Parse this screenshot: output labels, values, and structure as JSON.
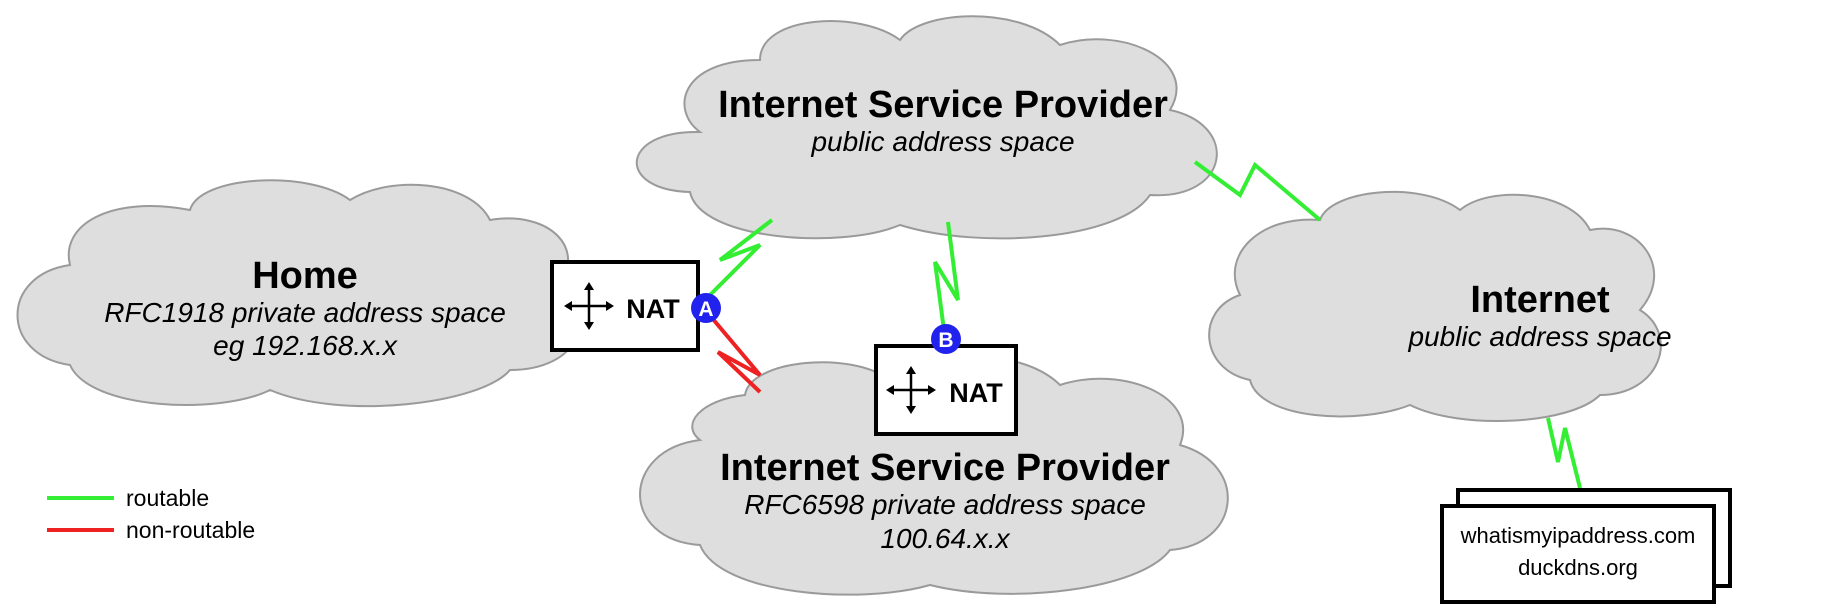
{
  "clouds": {
    "isp_public": {
      "title": "Internet Service Provider",
      "subtitle": "public address space"
    },
    "home": {
      "title": "Home",
      "subtitle": "RFC1918 private address space",
      "subtitle2": "eg 192.168.x.x"
    },
    "isp_cgnat": {
      "title": "Internet Service Provider",
      "subtitle": "RFC6598 private address space",
      "subtitle2": "100.64.x.x"
    },
    "internet": {
      "title": "Internet",
      "subtitle": "public address space"
    }
  },
  "nat_home": {
    "label": "NAT",
    "badge": "A",
    "icon": "four-way-arrows-icon"
  },
  "nat_isp": {
    "label": "NAT",
    "badge": "B",
    "icon": "four-way-arrows-icon"
  },
  "websites": {
    "line1": "whatismyipaddress.com",
    "line2": "duckdns.org"
  },
  "legend": {
    "routable": {
      "label": "routable",
      "color": "#33ee33"
    },
    "non_routable": {
      "label": "non-routable",
      "color": "#ee2222"
    }
  },
  "colors": {
    "badge": "#2222ee",
    "cloud_fill": "#dedede",
    "cloud_stroke": "#9a9a9a"
  }
}
